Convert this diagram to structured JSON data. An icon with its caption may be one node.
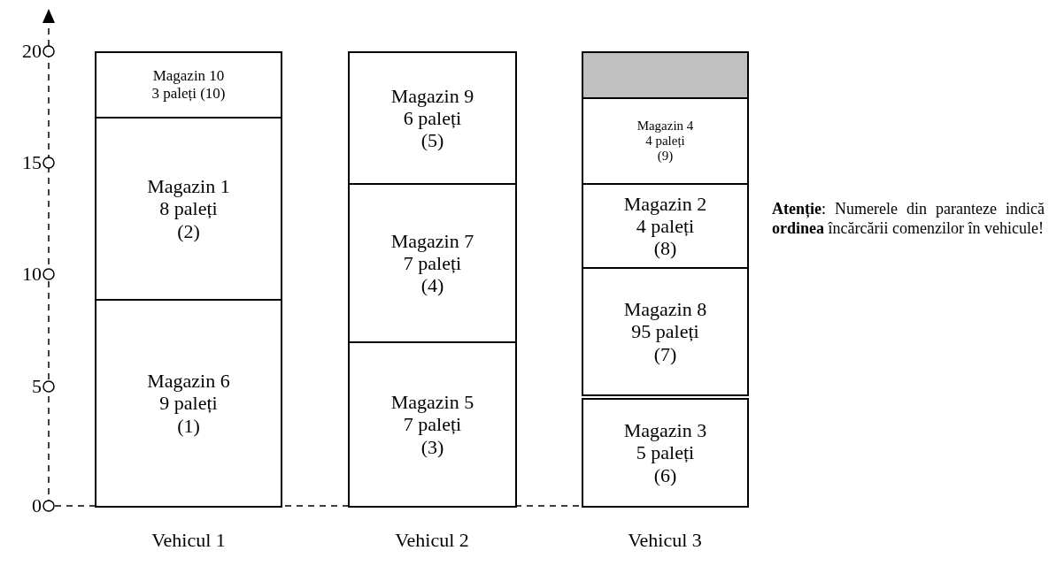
{
  "diagram": {
    "nodes": [
      {
        "text": [
          "Magazin 10",
          "3 paleți (10)"
        ]
      },
      {
        "text": [
          "Magazin 1",
          "8 paleți",
          "(2)"
        ]
      },
      {
        "text": [
          "Magazin 6",
          "9 paleți",
          "(1)"
        ]
      },
      {
        "text": [
          "Magazin 9",
          "6 paleți",
          "(5)"
        ]
      },
      {
        "text": [
          "Magazin 7",
          "7 paleți",
          "(4)"
        ]
      },
      {
        "text": [
          "Magazin 5",
          "7 paleți",
          "(3)"
        ]
      },
      {
        "text": [],
        "shape": "box"
      },
      {
        "text": [
          "Magazin 4",
          "4 paleți",
          "(9)"
        ]
      },
      {
        "text": [
          "Magazin 2",
          "4 paleți",
          "(8)"
        ]
      },
      {
        "text": [
          "Magazin 8",
          "95 paleți",
          "(7)"
        ]
      },
      {
        "text": [
          "Magazin 3",
          "5 paleți",
          "(6)"
        ]
      }
    ],
    "edges": [],
    "labels": [
      "20",
      "15",
      "10",
      "5",
      "0",
      "Vehicul 1",
      "Vehicul 2",
      "Vehicul 3",
      "**Atenție**: Numerele din paranteze indică **ordinea** încărcării comenzilor în vehicule!"
    ]
  }
}
